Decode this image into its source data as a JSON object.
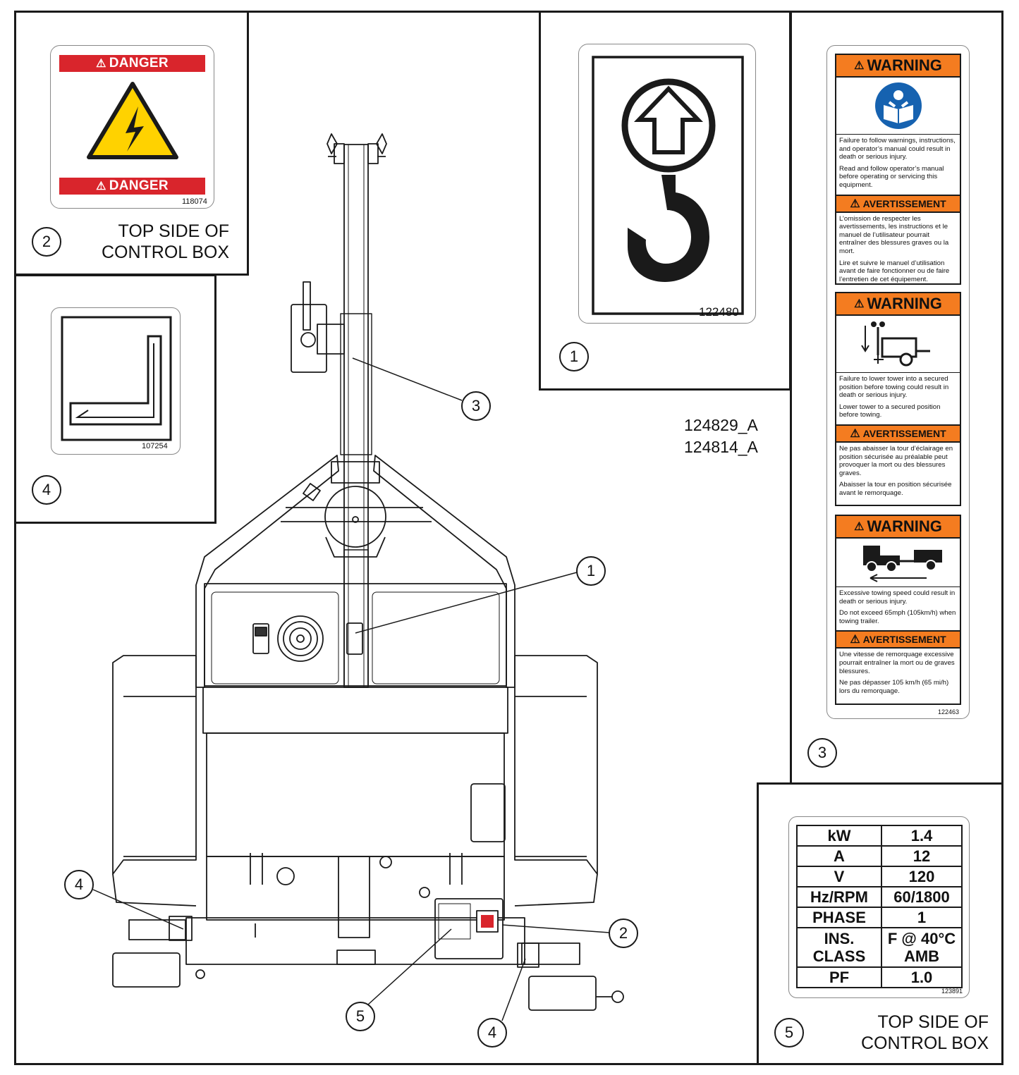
{
  "callouts": {
    "panel_high_voltage": "2",
    "panel_lift_point": "1",
    "panel_warnings": "3",
    "panel_corner": "4",
    "panel_specs": "5",
    "main_1": "1",
    "main_2": "2",
    "main_3": "3",
    "main_4_left": "4",
    "main_4_right": "4",
    "main_5": "5"
  },
  "captions": {
    "panel2_line1": "TOP SIDE OF",
    "panel2_line2": "CONTROL BOX",
    "panel5_line1": "TOP SIDE OF",
    "panel5_line2": "CONTROL BOX"
  },
  "reference_numbers": [
    "124829_A",
    "124814_A"
  ],
  "decals": {
    "high_voltage": {
      "top_banner": "DANGER",
      "bottom_banner": "DANGER",
      "part_number": "118074",
      "icon": "high-voltage-icon",
      "banner_color": "#d9252c",
      "triangle_color": "#ffd200"
    },
    "lift_point": {
      "part_number": "122480",
      "icon": "lift-hook-icon"
    },
    "corner": {
      "part_number": "107254",
      "icon": "corner-bracket-icon"
    },
    "warnings": {
      "part_number": "122463",
      "header_color": "#f47c20",
      "blocks": [
        {
          "header": "WARNING",
          "icon": "read-manual-icon",
          "paragraphs": [
            "Failure to follow warnings, instructions, and operator’s manual could result in death or serious injury.",
            "Read and follow operator’s manual before operating or servicing this equipment."
          ],
          "fr_header": "AVERTISSEMENT",
          "fr_paragraphs": [
            "L’omission de respecter les avertissements, les instructions et le manuel de l’utilisateur pourrait entraîner des blessures graves ou la mort.",
            "Lire et suivre le manuel d’utilisation avant de faire fonctionner ou de faire l’entretien de cet équipement."
          ]
        },
        {
          "header": "WARNING",
          "icon": "lower-tower-icon",
          "paragraphs": [
            "Failure to lower tower into a secured position before towing could result in death or serious injury.",
            "Lower tower to a secured position before towing."
          ],
          "fr_header": "AVERTISSEMENT",
          "fr_paragraphs": [
            "Ne pas abaisser la tour d’éclairage en position sécurisée au préalable peut provoquer la mort ou des blessures graves.",
            "Abaisser la tour en position sécurisée avant le remorquage."
          ]
        },
        {
          "header": "WARNING",
          "icon": "towing-speed-icon",
          "paragraphs": [
            "Excessive towing speed could result in death or serious injury.",
            "Do not exceed 65mph (105km/h) when towing trailer."
          ],
          "fr_header": "AVERTISSEMENT",
          "fr_paragraphs": [
            "Une vitesse de remorquage excessive pourrait entraîner la mort ou de graves blessures.",
            "Ne pas dépasser 105 km/h (65 mi/h) lors du remorquage."
          ]
        }
      ]
    },
    "specs": {
      "part_number": "123891",
      "rows": [
        {
          "key": "kW",
          "value": "1.4"
        },
        {
          "key": "A",
          "value": "12"
        },
        {
          "key": "V",
          "value": "120"
        },
        {
          "key": "Hz/RPM",
          "value": "60/1800"
        },
        {
          "key": "PHASE",
          "value": "1"
        },
        {
          "key": "INS. CLASS",
          "value": "F @ 40°C AMB"
        },
        {
          "key": "PF",
          "value": "1.0"
        }
      ]
    }
  }
}
